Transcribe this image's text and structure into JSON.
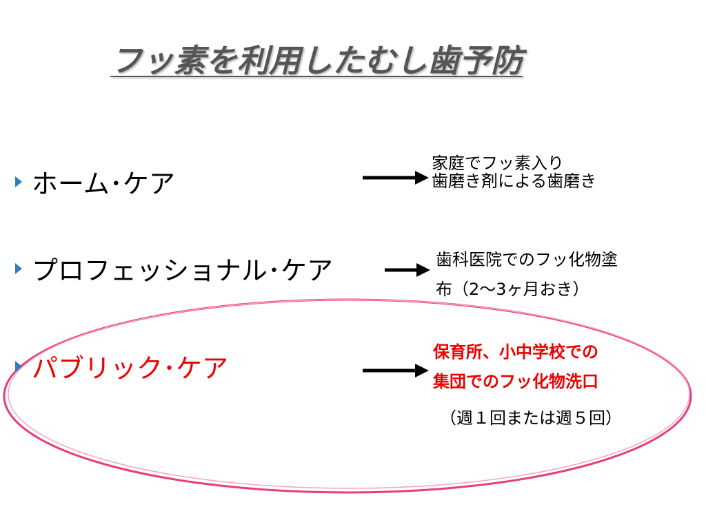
{
  "title": "フッ素を利用したむし歯予防",
  "colors": {
    "bullet": "#2f7fbf",
    "highlight_text": "#ee0000",
    "ellipse": "#e83c7c",
    "title": "#555555"
  },
  "items": [
    {
      "label": "ホーム･ケア",
      "desc": [
        "家庭でフッ素入り",
        "歯磨き剤による歯磨き"
      ]
    },
    {
      "label": "プロフェッショナル･ケア",
      "desc": [
        "歯科医院でのフッ化物塗",
        "布（2～3ヶ月おき）"
      ]
    },
    {
      "label": "パブリック･ケア",
      "desc": [
        "保育所、小中学校での",
        "集団でのフッ化物洗口",
        "（週１回または週５回）"
      ]
    }
  ]
}
